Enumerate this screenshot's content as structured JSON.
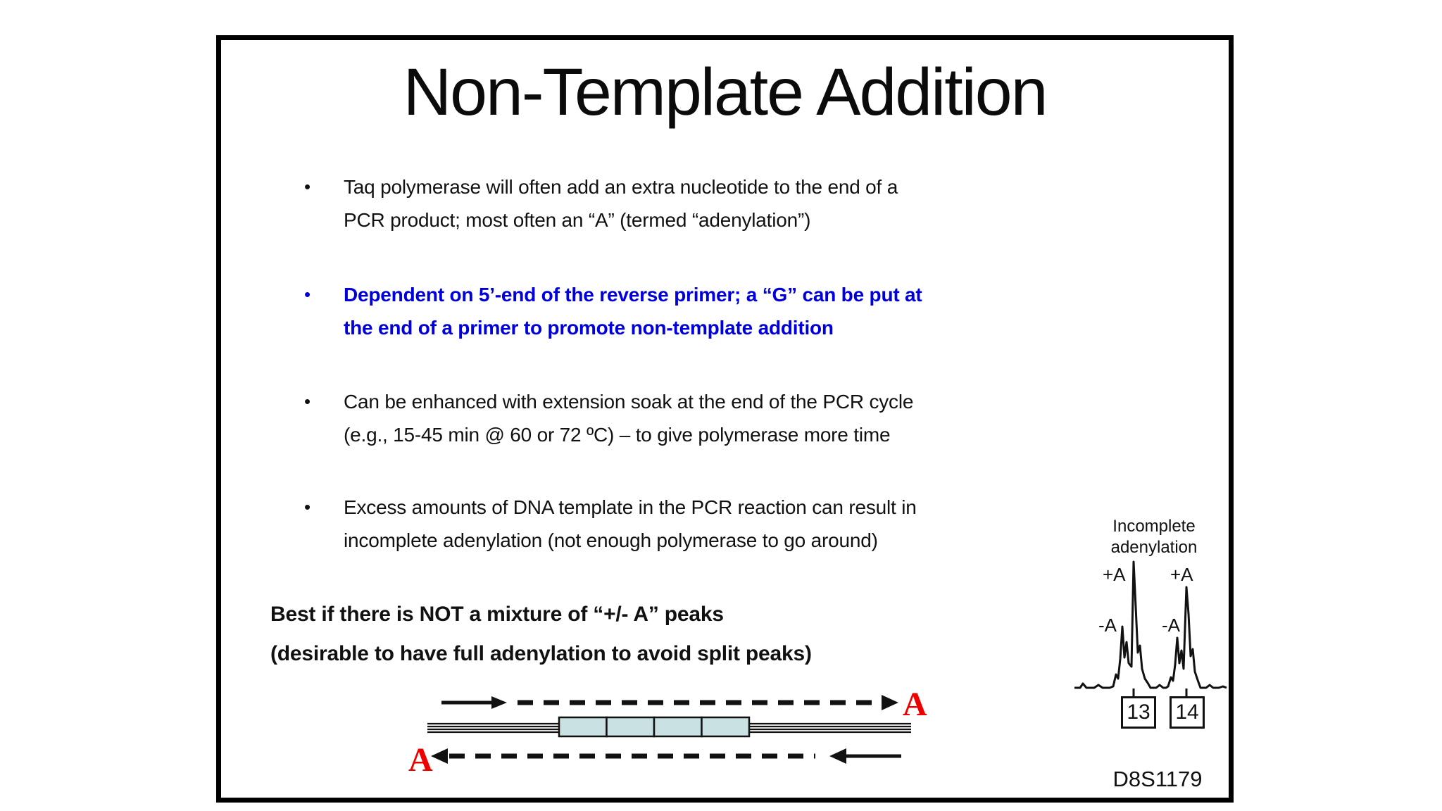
{
  "slide": {
    "title": "Non-Template Addition",
    "bullet_char": "•",
    "bullets": [
      {
        "emphasis": false,
        "lines": [
          "Taq polymerase will often add an extra nucleotide to the end of a",
          "PCR product; most often an “A” (termed “adenylation”)"
        ]
      },
      {
        "emphasis": true,
        "lines": [
          "Dependent on 5’-end of the reverse primer; a “G” can be put at",
          "the end of a primer to promote non-template addition"
        ]
      },
      {
        "emphasis": false,
        "lines": [
          "Can be enhanced with extension soak at the end of the PCR cycle",
          "(e.g., 15-45 min @ 60 or 72 ºC) – to give polymerase more time"
        ]
      },
      {
        "emphasis": false,
        "lines": [
          "Excess amounts of DNA template in the PCR reaction can result in",
          "incomplete adenylation (not enough polymerase to go around)"
        ]
      }
    ],
    "callout_lines": [
      "Best if there is NOT a mixture of “+/- A” peaks",
      "(desirable to have full adenylation to avoid split peaks)"
    ]
  },
  "diagram": {
    "forward_adenine": "A",
    "reverse_adenine": "A",
    "repeat_box_count": 4
  },
  "electropherogram": {
    "caption": "Incomplete adenylation",
    "peak_labels": {
      "plus_a": "+A",
      "minus_a": "-A"
    },
    "groups": [
      {
        "allele": "13",
        "peaks": [
          "-A",
          "+A"
        ],
        "dominant_peak": "+A"
      },
      {
        "allele": "14",
        "peaks": [
          "-A",
          "+A"
        ],
        "dominant_peak": "+A"
      }
    ],
    "marker": "D8S1179"
  },
  "colors": {
    "emphasis_blue": "#0000dd",
    "adenine_red": "#ee0000",
    "repeat_box_fill": "#c9e1e2",
    "ink": "#111111"
  }
}
